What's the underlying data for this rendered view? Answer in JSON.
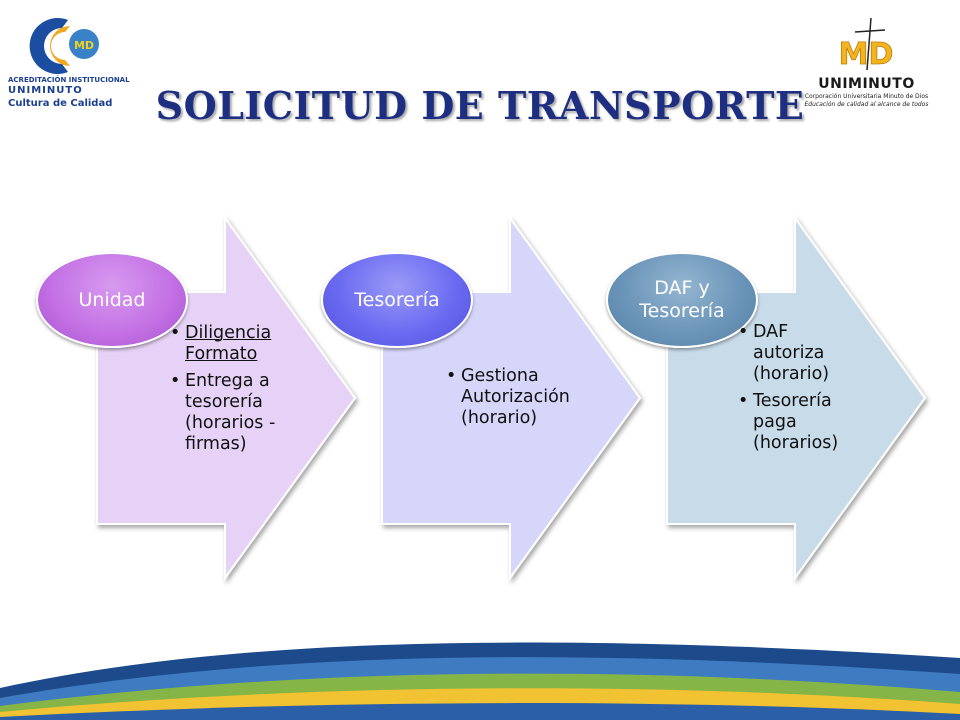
{
  "title": "SOLICITUD DE TRANSPORTE",
  "logo_left": {
    "line1": "ACREDITACIÓN INSTITUCIONAL",
    "line2": "UNIMINUTO",
    "line3": "Cultura de Calidad",
    "badge": "MD"
  },
  "logo_right": {
    "mark": "MD",
    "name": "UNIMINUTO",
    "line1": "Corporación Universitaria Minuto de Dios",
    "line2": "Educación de calidad al alcance de todos"
  },
  "steps": [
    {
      "label": "Unidad",
      "bullets": [
        "Diligencia Formato",
        "Entrega a tesorería (horarios - firmas)"
      ]
    },
    {
      "label": "Tesorería",
      "bullets": [
        "Gestiona Autorización (horario)"
      ]
    },
    {
      "label": "DAF y Tesorería",
      "bullets": [
        "DAF autoriza (horario)",
        "Tesorería paga (horarios)"
      ]
    }
  ],
  "colors": {
    "title": "#1e2f82",
    "step1_fill": "#e6d2f6",
    "step1_oval": "#c472e4",
    "step2_fill": "#d6d6fa",
    "step2_oval": "#6b6bf2",
    "step3_fill": "#c8dbe8",
    "step3_oval": "#6b95b9"
  }
}
